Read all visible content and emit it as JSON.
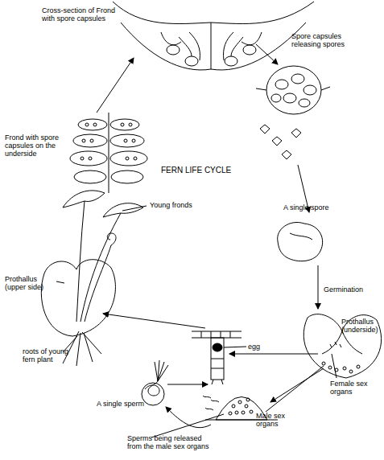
{
  "diagram": {
    "title": "FERN LIFE CYCLE",
    "labels": [
      "Cross-section of Frond with spore capsules",
      "Spore capsules releasing spores",
      "Frond with spore capsules on the underside",
      "Young fronds",
      "A single spore",
      "Germination",
      "Prothallus (upper side)",
      "egg",
      "Prothallus (underside)",
      "roots of young fern plant",
      "Female sex organs",
      "A single sperm",
      "Male sex organs",
      "Sperms being released from the male sex organs"
    ]
  }
}
